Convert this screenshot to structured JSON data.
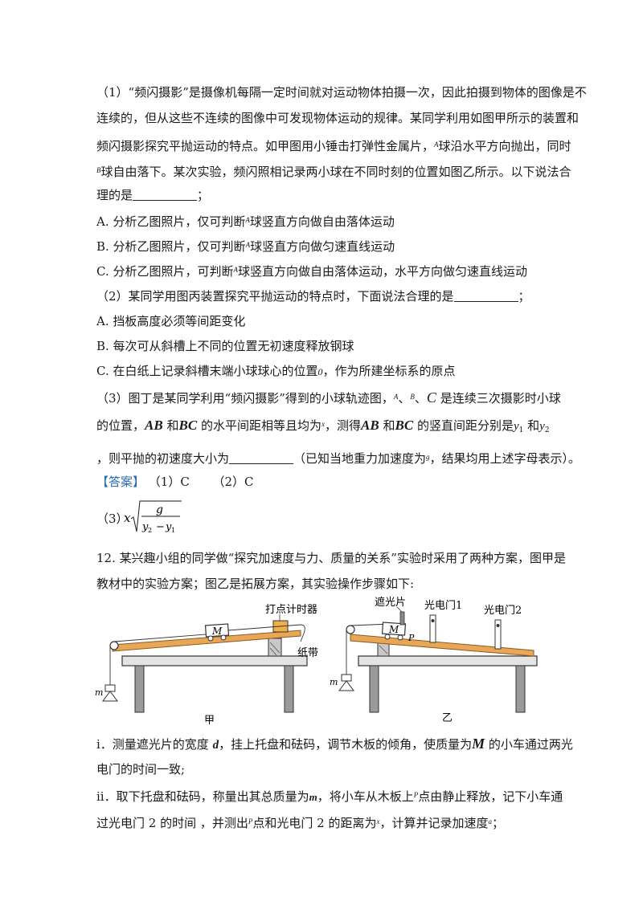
{
  "q11": {
    "p1_l1": "（1）“频闪摄影”是摄像机每隔一定时间就对运动物体拍摄一次，因此拍摄到物体的图像是不",
    "p1_l2": "连续的，但从这些不连续的图像中可发现物体运动的规律。某同学利用如图甲所示的装置和",
    "p1_l3a": "频闪摄影探究平抛运动的特点。如甲图用小锤击打弹性金属片，",
    "p1_l3b": "球沿水平方向抛出，同时",
    "p1_l4b": "球自由落下。某次实验，频闪照相记录两小球在不同时刻的位置如图乙所示。以下说法合",
    "p1_l5": "理的是",
    "p1_l5end": "；",
    "optA_pre": "A. 分析乙图照片，仅可判断",
    "optA_post": "球竖直方向做自由落体运动",
    "optB_pre": "B. 分析乙图照片，仅可判断",
    "optB_post": "球竖直方向做匀速直线运动",
    "optC_pre": "C. 分析乙图照片，可判断",
    "optC_post": "球竖直方向做自由落体运动，水平方向做匀速直线运动",
    "p2_l1": "（2）某同学用图丙装置探究平抛运动的特点时，下面说法合理的是",
    "p2_end": "；",
    "p2A": "A. 挡板高度必须等间距变化",
    "p2B": "B. 每次可从斜槽上不同的位置无初速度释放钢球",
    "p2C_pre": "C. 在白纸上记录斜槽末端小球球心的位置",
    "p2C_post": "，作为所建坐标系的原点",
    "p3_l1a": "（3）图丁是某同学利用“频闪摄影”得到的小球轨迹图，",
    "p3_l1b": "是连续三次摄影时小球",
    "p3_l2a": "的位置，",
    "p3_l2b": "和",
    "p3_l2c": "的水平间距相等且均为",
    "p3_l2d": "，测得",
    "p3_l2e": "和",
    "p3_l2f": "的竖直间距分别是",
    "p3_l2g": "和",
    "p3_l3a": "，则平抛的初速度大小为",
    "p3_l3b": "（已知当地重力加速度为",
    "p3_l3c": "，结果均用上述字母表示）。",
    "ans_tag": "【答案】",
    "ans_1": "（1）C",
    "ans_2": "（2）C",
    "ans_3": "（3）",
    "sym": {
      "A": "A",
      "B": "B",
      "C": "C",
      "O": "0",
      "AB": "AB",
      "BC": "BC",
      "x": "x",
      "y1": "y",
      "y1sub": "1",
      "y2": "y",
      "y2sub": "2",
      "g": "g",
      "sep": "、"
    },
    "formula": {
      "x": "x",
      "num": "g",
      "den_y2": "y",
      "den_sub2": "2",
      "minus": "−",
      "den_y1": "y",
      "den_sub1": "1"
    }
  },
  "q12": {
    "l1": "12. 某兴趣小组的同学做“探究加速度与力、质量的关系”实验时采用了两种方案，图甲是",
    "l2": "教材中的实验方案；图乙是拓展方案，其实验操作步骤如下:",
    "fig_jia": {
      "timer": "打点计时器",
      "tape": "纸带",
      "M": "M",
      "m": "m",
      "caption": "甲"
    },
    "fig_yi": {
      "shade": "遮光片",
      "gate1": "光电门1",
      "gate2": "光电门2",
      "M": "M",
      "P": "P",
      "m": "m",
      "caption": "乙"
    },
    "i_pre": "i．测量遮光片的宽度",
    "i_d": "d",
    "i_mid": "，挂上托盘和砝码，调节木板的倾角，使质量为",
    "i_M": "M",
    "i_post": "的小车通过两光",
    "i_l2": "电门的时间一致;",
    "ii_pre": "ii．取下托盘和砝码，称量出其总质量为",
    "ii_m": "m",
    "ii_mid": "，将小车从木板上",
    "ii_P": "P",
    "ii_post": "点由静止释放，记下小车通",
    "ii_l2a": "过光电门 2 的时间 ，并测出",
    "ii_l2P": "P",
    "ii_l2b": "点和光电门 2 的距离为",
    "ii_l2x": "x",
    "ii_l2c": "，计算并记录加速度",
    "ii_l2a_sym": "a",
    "ii_l2end": "；"
  }
}
